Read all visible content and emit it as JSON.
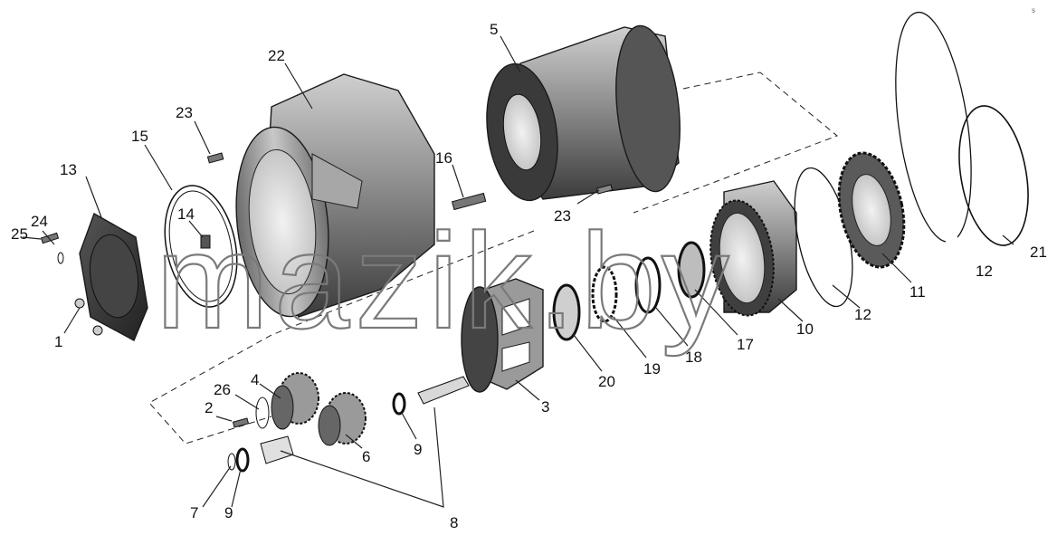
{
  "watermark": "mazik.by",
  "corner_mark": "s",
  "labels": {
    "p1": "1",
    "p2": "2",
    "p3": "3",
    "p4": "4",
    "p5": "5",
    "p6": "6",
    "p7": "7",
    "p8": "8",
    "p9a": "9",
    "p9b": "9",
    "p10": "10",
    "p11": "11",
    "p12a": "12",
    "p12b": "12",
    "p13": "13",
    "p14": "14",
    "p15": "15",
    "p16": "16",
    "p17": "17",
    "p18": "18",
    "p19": "19",
    "p20": "20",
    "p21": "21",
    "p22": "22",
    "p23a": "23",
    "p23b": "23",
    "p24": "24",
    "p25": "25",
    "p26": "26"
  },
  "colors": {
    "metal_dark": "#3a3a3a",
    "metal_mid": "#8c8c8c",
    "metal_light": "#d6d6d6",
    "line": "#1a1a1a"
  }
}
